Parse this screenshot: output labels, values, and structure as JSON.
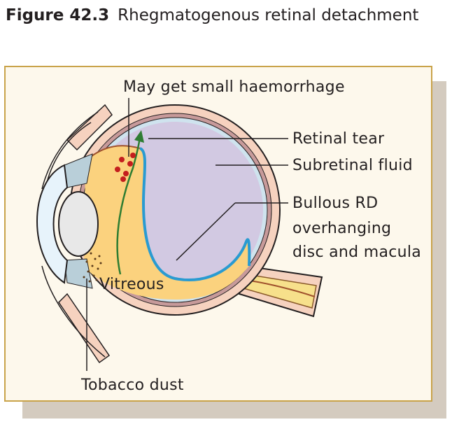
{
  "caption": {
    "figure_number": "Figure 42.3",
    "title": "Rhegmatogenous retinal detachment"
  },
  "labels": {
    "haemorrhage": "May get small haemorrhage",
    "retinal_tear": "Retinal tear",
    "subretinal_fluid": "Subretinal fluid",
    "bullous_rd_line1": "Bullous RD",
    "bullous_rd_line2": "overhanging",
    "bullous_rd_line3": "disc and macula",
    "vitreous": "Vitreous",
    "tobacco_dust": "Tobacco dust"
  },
  "colors": {
    "panel_border": "#c9a34a",
    "panel_bg": "#fdf8ec",
    "shadow": "#d4cbbf",
    "vitreous": "#fbd27e",
    "subretinal_fluid": "#d2c9e2",
    "detached_retina": "#2a9bd1",
    "vitreous_fibre": "#2e7d32",
    "sclera": "#f6d2bf",
    "choroid": "#c79a9a",
    "blood": "#c41e1e",
    "cornea": "#e7f3fb",
    "lens": "#e8e8e8",
    "optic_nerve": "#f7e08b"
  }
}
